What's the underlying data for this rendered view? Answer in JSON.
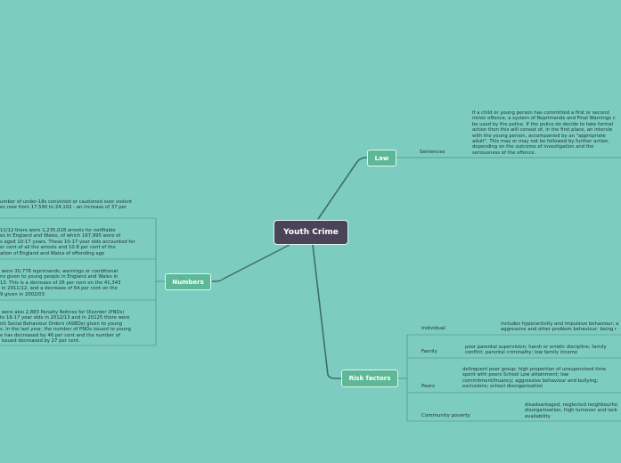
{
  "root": {
    "label": "Youth Crime"
  },
  "colors": {
    "background": "#7ccdc0",
    "branch_node": "#5cb896",
    "root_node": "#4a4458"
  },
  "law": {
    "label": "Law",
    "items": [
      {
        "label": "Sentences",
        "text": "If a child or young person has committed a first or second\nminor offence, a system of Reprimands and Final Warnings c\nbe used by the police. If the police do decide to take formal\naction then this will consist of, in the first place, an intervie\nwith the young person, accompanied by an \"appropriate\nadult\". This may or may not be followed by further action,\ndepending on the outcome of investigation and the\nseriousness of the offence."
      }
    ]
  },
  "numbers": {
    "label": "Numbers",
    "items": [
      {
        "text": "umber of under-18s convicted or cautioned over violent\nes rose from 17,590 to 24,102 - an increase of 37 per"
      },
      {
        "text": "11/12 there were 1,235,028 arrests for notifiable\nes in England and Wales, of which 167,995 were of\ns aged 10-17 years. These 10-17 year olds accounted for\ner cent of all the arrests and 10.8 per cent of the\nation of England and Wales of offending age"
      },
      {
        "text": " were 30,778 reprimands, warnings or conditional\nns given to young people in England and Wales in\n13. This is a decrease of 26 per cent on the 41,343\n in 2011/12, and a decrease of 64 per cent on the\n9 given in 2002/03."
      },
      {
        "text": " were also 2,883 Penalty Notices for Disorder (PNDs)\nto 16-17 year olds in 2012/13 and in 20125 there were\nnti Social Behaviour Orders (ASBOs) given to young\ns. In the last year, the number of PNDs issued to young\ne has decreased by 46 per cent and the number of\n issued decreased by 27 per cent."
      }
    ]
  },
  "risk": {
    "label": "Risk factors",
    "items": [
      {
        "label": "Individual",
        "text": "includes hyperactivity and impulsive behaviour; a\naggressive and other problem behaviour; being r"
      },
      {
        "label": "Family",
        "text": "poor parental supervision; harsh or erratic discipline; family\nconflict; parental criminality; low family income"
      },
      {
        "label": "Peers",
        "text": "delinquent peer group; high proportion of unsupervised time\nspent with peers School Low attainment; low\ncommitment/truancy; aggressive behaviour and bullying;\nexclusions; school disorganisation"
      },
      {
        "label": "Community poverty",
        "text": "disadvantaged, neglected neighbourho\ndisorganisation, high turnover and lack\navailability"
      }
    ]
  }
}
